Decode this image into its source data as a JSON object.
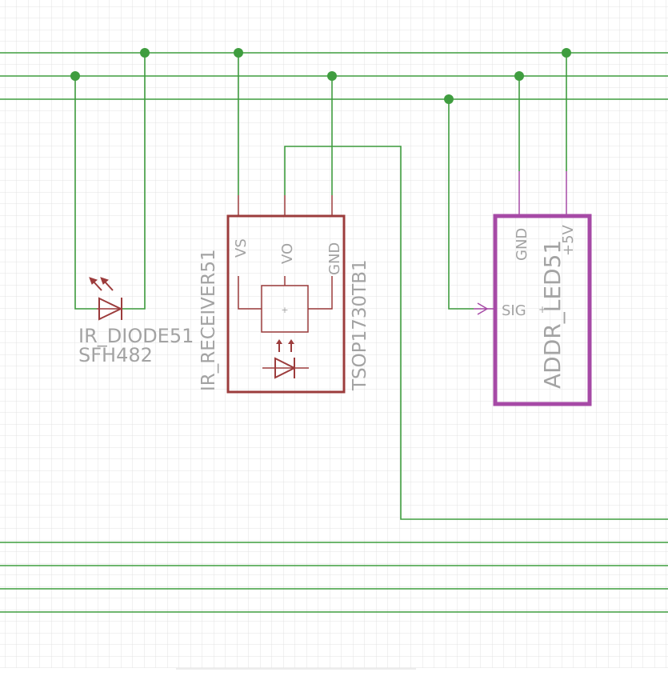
{
  "colors": {
    "background": "#ffffff",
    "grid": "#e3e3e3",
    "wire": "#3f9d3f",
    "part_outline": "#9c3c3c",
    "led_outline": "#a64aa6",
    "label": "#a3a3a3"
  },
  "ir_diode": {
    "name": "IR_DIODE51",
    "value": "SFH482"
  },
  "ir_receiver": {
    "name": "IR_RECEIVER51",
    "value": "TSOP1730TB1",
    "pins": {
      "vs": "VS",
      "vo": "VO",
      "gnd": "GND"
    }
  },
  "addr_led": {
    "name": "ADDR_LED51",
    "pins": {
      "gnd": "GND",
      "vcc": "+5V",
      "sig": "SIG"
    }
  }
}
